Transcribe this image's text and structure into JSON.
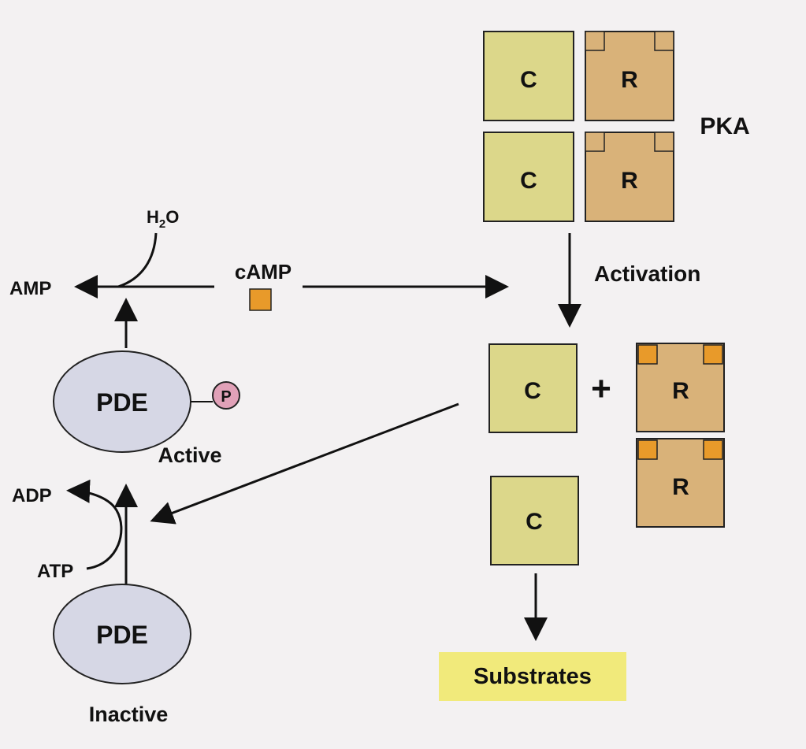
{
  "colors": {
    "catalytic": "#dcd78a",
    "regulatory": "#d9b279",
    "camp": "#e89a2a",
    "pde_fill": "#d6d7e5",
    "phospho": "#e1a1b8",
    "substrates_bg": "#f1ea7b",
    "arrow": "#111111",
    "background": "#f3f1f2"
  },
  "pka": {
    "label": "PKA",
    "catalytic_label": "C",
    "regulatory_label": "R"
  },
  "activation_label": "Activation",
  "plus_sign": "+",
  "camp_label": "cAMP",
  "amp_label": "AMP",
  "water_label": "H",
  "water_sub": "2",
  "water_suffix": "O",
  "pde": {
    "label": "PDE",
    "active_label": "Active",
    "inactive_label": "Inactive",
    "phospho_label": "P"
  },
  "adp_label": "ADP",
  "atp_label": "ATP",
  "substrates_label": "Substrates"
}
